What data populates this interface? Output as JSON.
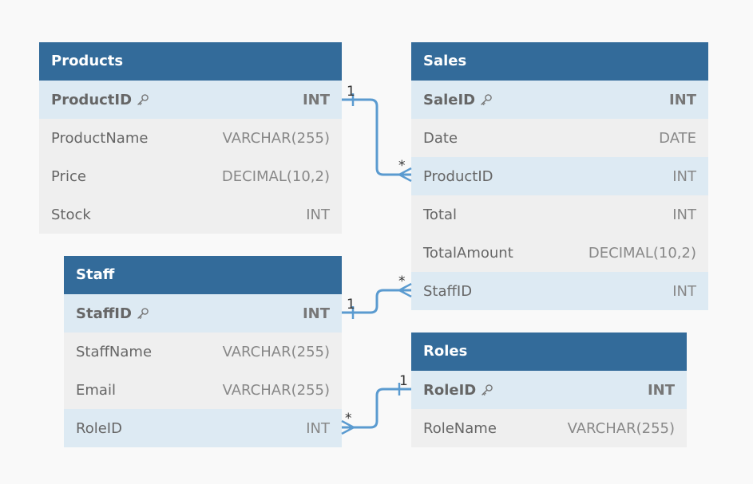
{
  "colors": {
    "header_bg": "#336b9a",
    "header_text": "#ffffff",
    "row_bg": "#efefef",
    "key_row_bg": "#ddeaf3",
    "relation_line": "#5b9bd0",
    "canvas_bg": "#f9f9f9"
  },
  "entities": {
    "products": {
      "title": "Products",
      "columns": [
        {
          "name": "ProductID",
          "type": "INT",
          "key": "primary",
          "icon": "key-icon"
        },
        {
          "name": "ProductName",
          "type": "VARCHAR(255)"
        },
        {
          "name": "Price",
          "type": "DECIMAL(10,2)"
        },
        {
          "name": "Stock",
          "type": "INT"
        }
      ]
    },
    "sales": {
      "title": "Sales",
      "columns": [
        {
          "name": "SaleID",
          "type": "INT",
          "key": "primary",
          "icon": "key-icon"
        },
        {
          "name": "Date",
          "type": "DATE"
        },
        {
          "name": "ProductID",
          "type": "INT",
          "key": "foreign"
        },
        {
          "name": "Total",
          "type": "INT"
        },
        {
          "name": "TotalAmount",
          "type": "DECIMAL(10,2)"
        },
        {
          "name": "StaffID",
          "type": "INT",
          "key": "foreign"
        }
      ]
    },
    "staff": {
      "title": "Staff",
      "columns": [
        {
          "name": "StaffID",
          "type": "INT",
          "key": "primary",
          "icon": "key-icon"
        },
        {
          "name": "StaffName",
          "type": "VARCHAR(255)"
        },
        {
          "name": "Email",
          "type": "VARCHAR(255)"
        },
        {
          "name": "RoleID",
          "type": "INT",
          "key": "foreign"
        }
      ]
    },
    "roles": {
      "title": "Roles",
      "columns": [
        {
          "name": "RoleID",
          "type": "INT",
          "key": "primary",
          "icon": "key-icon"
        },
        {
          "name": "RoleName",
          "type": "VARCHAR(255)"
        }
      ]
    }
  },
  "relations": {
    "products_sales": {
      "one": "1",
      "many": "*"
    },
    "staff_sales": {
      "one": "1",
      "many": "*"
    },
    "roles_staff": {
      "one": "1",
      "many": "*"
    }
  }
}
